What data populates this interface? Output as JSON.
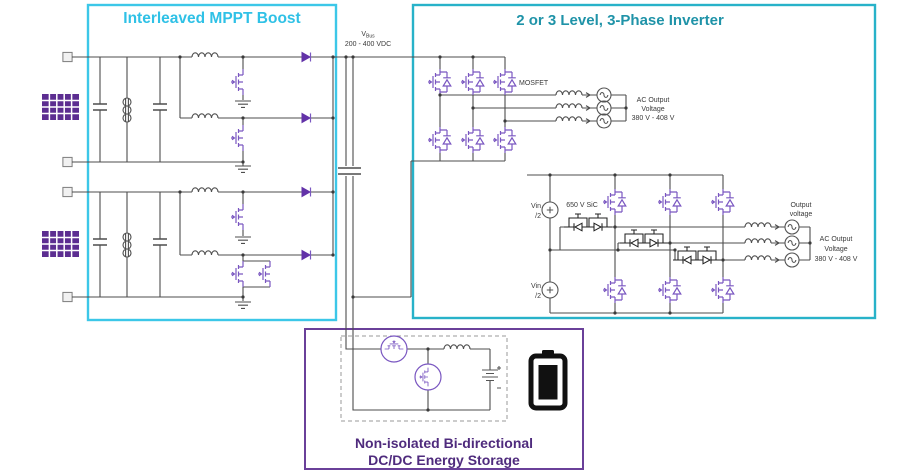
{
  "diagram": {
    "mppt": {
      "title": "Interleaved MPPT Boost"
    },
    "bus": {
      "label_main": "V",
      "label_sub": "Bus",
      "label_range": "200 - 400 VDC"
    },
    "inverter": {
      "title": "2 or 3 Level, 3-Phase Inverter",
      "mosfet_label": "MOSFET",
      "ac_output_1": {
        "line1": "AC Output",
        "line2": "Voltage",
        "line3": "380 V - 408 V"
      },
      "vin_top": {
        "line1": "Vin",
        "line2": "/2"
      },
      "vin_bottom": {
        "line1": "Vin",
        "line2": "/2"
      },
      "sic_label": "650 V SiC",
      "output_voltage_label": {
        "line1": "Output",
        "line2": "voltage"
      },
      "ac_output_2": {
        "line1": "AC Output",
        "line2": "Voltage",
        "line3": "380 V - 408 V"
      }
    },
    "storage": {
      "title_line1": "Non-isolated Bi-directional",
      "title_line2": "DC/DC Energy Storage"
    },
    "colors": {
      "mppt_accent": "#2fc1e6",
      "inverter_title": "#1f93a8",
      "inverter_border": "#28b2c9",
      "storage_title": "#4f2b7d",
      "storage_border": "#6a4099",
      "component_purple": "#7a57c1",
      "diode_purple": "#6232a8",
      "solar_panel_purple": "#5c2d91",
      "wire_gray": "#4d4d4d",
      "battery_black": "#111111"
    }
  }
}
